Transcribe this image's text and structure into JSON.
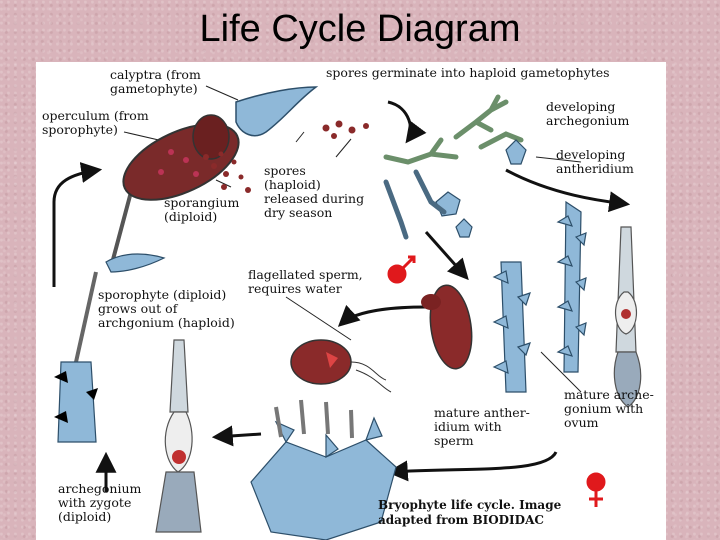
{
  "slide": {
    "title": "Life Cycle Diagram"
  },
  "labels": {
    "calyptra": "calyptra (from\ngametophyte)",
    "operculum": "operculum (from\nsporophyte)",
    "spores_germinate": "spores germinate into haploid gametophytes",
    "developing_archegonium": "developing\narchegonium",
    "developing_antheridium": "developing\nantheridium",
    "spores_released": "spores\n(haploid)\nreleased during\ndry season",
    "sporangium": "sporangium\n(diploid)",
    "flagellated_sperm": "flagellated sperm,\nrequires water",
    "sporophyte": "sporophyte (diploid)\ngrows out of\narchgonium (haploid)",
    "mature_antheridium": "mature anther-\nidium with\nsperm",
    "mature_archegonium": "mature arche-\ngonium with\novum",
    "archegonium_zygote": "archegonium\nwith zygote\n(diploid)",
    "credit": "Bryophyte life cycle. Image\nadapted from BIODIDAC"
  },
  "symbols": {
    "male": "male-symbol",
    "female": "female-symbol"
  },
  "colors": {
    "leaf_blue": "#8fb8d8",
    "leaf_stroke": "#2d4f6a",
    "capsule_red": "#8a2a2a",
    "symbol_red": "#e0191c",
    "arrow": "#111111",
    "background": "#d9b4bb"
  }
}
